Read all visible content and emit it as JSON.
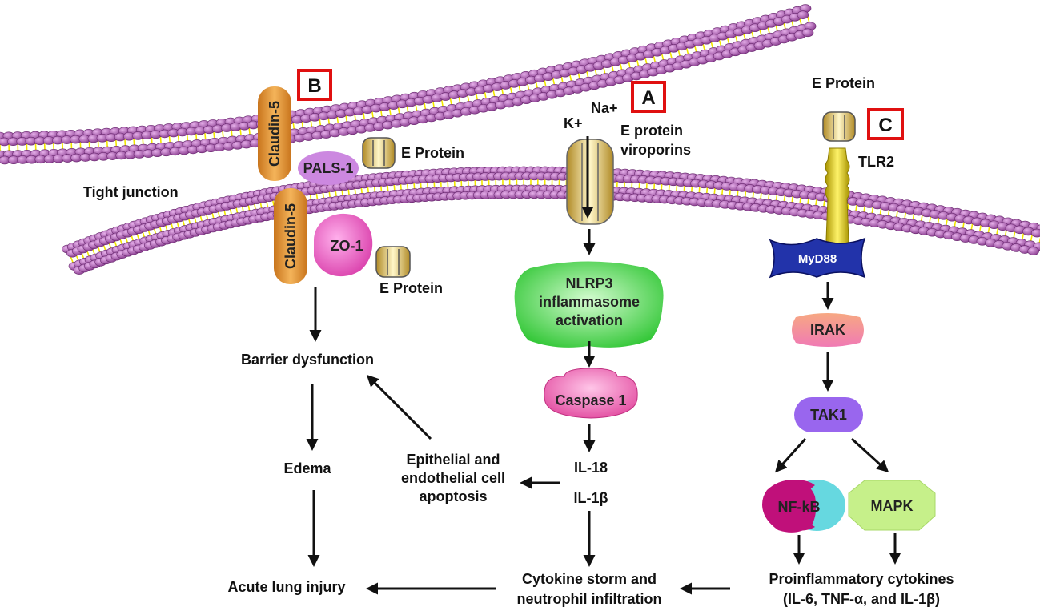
{
  "panels": {
    "a": "A",
    "b": "B",
    "c": "C"
  },
  "tight_junction": {
    "label": "Tight junction",
    "claudin_top": "Claudin-5",
    "claudin_bottom": "Claudin-5",
    "pals": "PALS-1",
    "zo": "ZO-1",
    "e_protein_top": "E Protein",
    "e_protein_bottom": "E Protein"
  },
  "viroporin": {
    "k_ion": "K+",
    "na_ion": "Na+",
    "label_line1": "E protein",
    "label_line2": "viroporins"
  },
  "tlr": {
    "e_protein": "E Protein",
    "receptor": "TLR2",
    "adaptor": "MyD88"
  },
  "nodes": {
    "nlrp3_line1": "NLRP3",
    "nlrp3_line2": "inflammasome",
    "nlrp3_line3": "activation",
    "caspase": "Caspase 1",
    "il18": "IL-18",
    "il1b": "IL-1β",
    "irak": "IRAK",
    "tak1": "TAK1",
    "nfkb": "NF-kB",
    "mapk": "MAPK"
  },
  "outcomes": {
    "barrier": "Barrier dysfunction",
    "edema": "Edema",
    "ali": "Acute lung injury",
    "apoptosis_line1": "Epithelial and",
    "apoptosis_line2": "endothelial cell",
    "apoptosis_line3": "apoptosis",
    "storm_line1": "Cytokine storm and",
    "storm_line2": "neutrophil infiltration",
    "proinfl_line1": "Proinflammatory cytokines",
    "proinfl_line2": "(IL-6, TNF-α, and IL-1β)"
  },
  "colors": {
    "membrane_bead": "#9b4fa0",
    "membrane_tail": "#f2e600",
    "claudin": "#e49a3a",
    "pals": "#cc88e0",
    "zo": "#e84fc0",
    "channel": "#e8c86a",
    "nlrp3": "#55d855",
    "caspase": "#e85aa8",
    "myd88": "#2233aa",
    "irak": "#f59a8c",
    "tak1": "#9966ee",
    "nfkb_left": "#c0107a",
    "nfkb_right": "#66d8e0",
    "mapk": "#c6f08a",
    "panel_border": "#e01010"
  }
}
